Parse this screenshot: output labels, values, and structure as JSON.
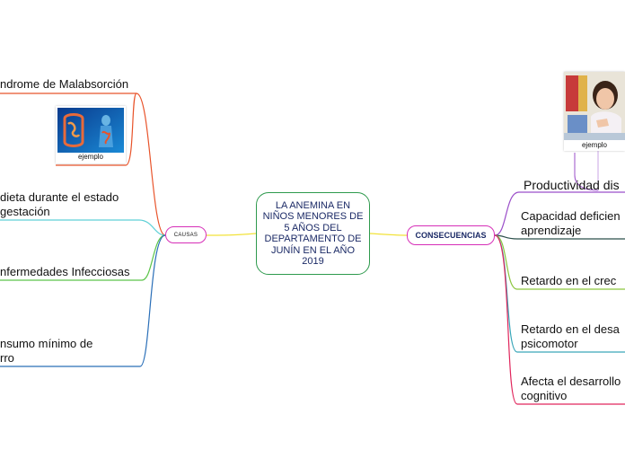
{
  "central": {
    "title": "LA ANEMINA EN NIÑOS MENORES DE 5 AÑOS DEL DEPARTAMENTO DE JUNÍN EN EL AÑO 2019",
    "border_color": "#2e9a4d",
    "text_color": "#1b2a66"
  },
  "causas": {
    "label": "CAUSAS",
    "items": [
      {
        "line1": "ndrome de Malabsorción",
        "line2": "",
        "color": "#e8532a"
      },
      {
        "line1": "dieta durante el estado",
        "line2": "gestación",
        "color": "#5fd0d6"
      },
      {
        "line1": "nfermedades Infecciosas",
        "line2": "",
        "color": "#5cc44a"
      },
      {
        "line1": "nsumo mínimo de",
        "line2": "rro",
        "color": "#2a6fb8"
      }
    ],
    "example_caption": "ejemplo"
  },
  "consecuencias": {
    "label": "CONSECUENCIAS",
    "items": [
      {
        "line1": "Productividad dis",
        "line2": "",
        "color": "#9b4fc9"
      },
      {
        "line1": "Capacidad deficien",
        "line2": "aprendizaje",
        "color": "#2b4f4a"
      },
      {
        "line1": "Retardo en el crec",
        "line2": "",
        "color": "#8cc63f"
      },
      {
        "line1": "Retardo en el desa",
        "line2": "psicomotor",
        "color": "#3aa6b9"
      },
      {
        "line1": "Afecta el desarrollo",
        "line2": "cognitivo",
        "color": "#e0265c"
      }
    ],
    "example_caption": "ejemplo"
  },
  "icons": {
    "intestine_image": "intestine-body-icon",
    "child_image": "child-photo-icon"
  }
}
